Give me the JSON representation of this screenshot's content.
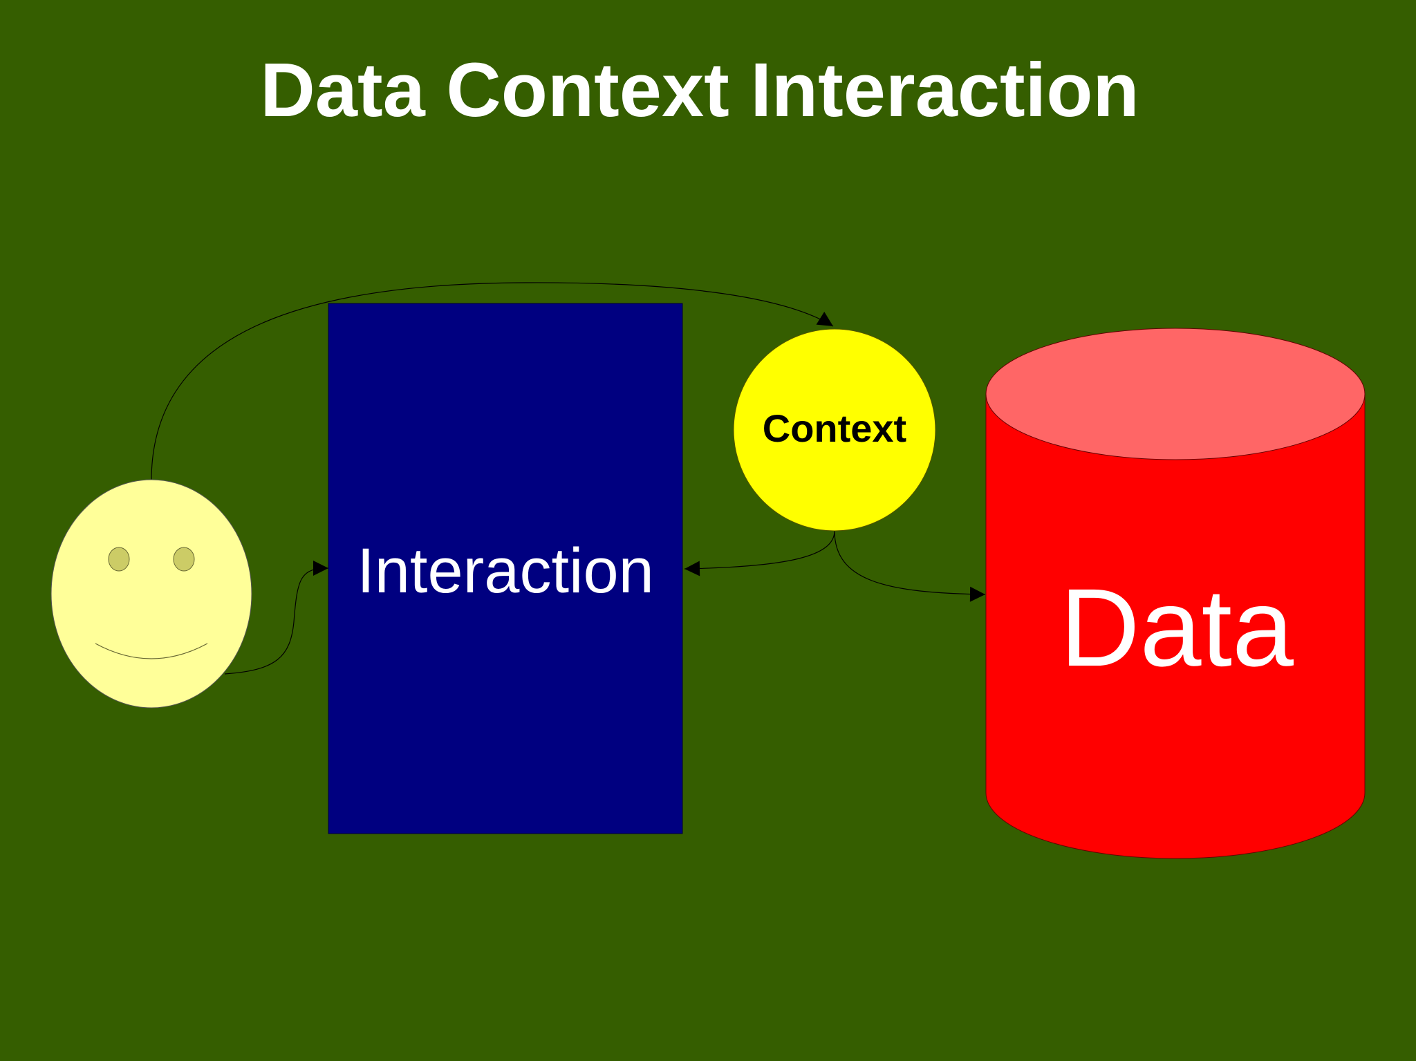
{
  "slide": {
    "title": "Data Context Interaction",
    "background_color": "#355e00"
  },
  "nodes": {
    "user": {
      "icon": "smiley-face-icon",
      "fill": "#ffff99",
      "eye_fill": "#cccc66"
    },
    "interaction": {
      "label": "Interaction",
      "fill": "#000080",
      "text_color": "#ffffff"
    },
    "context": {
      "label": "Context",
      "fill": "#ffff00",
      "text_color": "#000000"
    },
    "data": {
      "label": "Data",
      "icon": "database-cylinder-icon",
      "fill": "#ff0000",
      "top_fill": "#ff6666",
      "text_color": "#ffffff"
    }
  },
  "connectors": [
    {
      "from": "user",
      "to": "interaction"
    },
    {
      "from": "user",
      "to": "context"
    },
    {
      "from": "context",
      "to": "interaction"
    },
    {
      "from": "context",
      "to": "data"
    }
  ]
}
